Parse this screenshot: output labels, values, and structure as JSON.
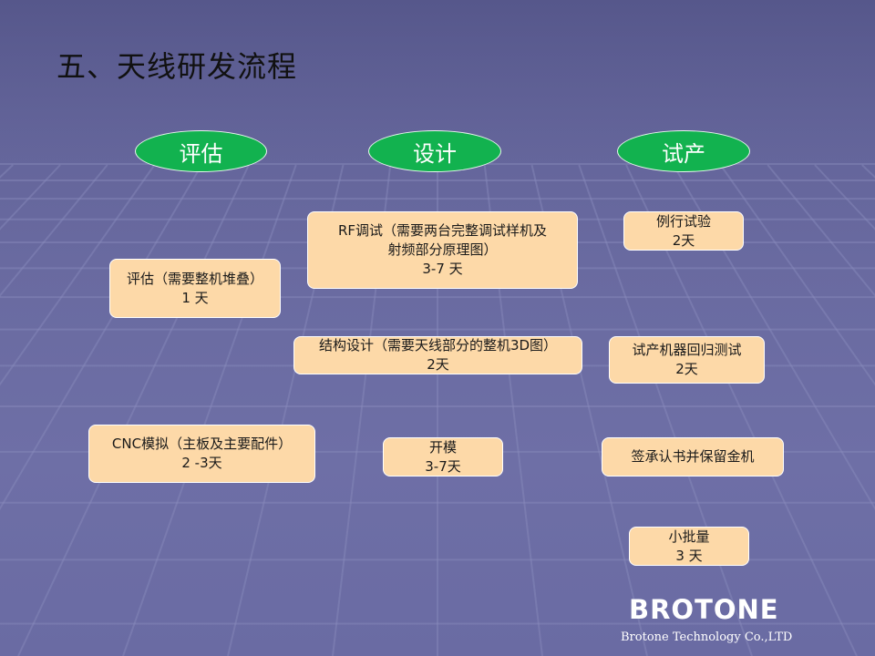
{
  "slide": {
    "title": "五、天线研发流程",
    "phases": [
      "评估",
      "设计",
      "试产"
    ],
    "phase_color": "#12b24f",
    "box_color": "#fdd9a8"
  },
  "evaluate": {
    "box1": {
      "line1": "评估（需要整机堆叠）",
      "line2": "1 天"
    },
    "box2": {
      "line1": "CNC模拟（主板及主要配件）",
      "line2": "2 -3天"
    }
  },
  "design": {
    "box1": {
      "line1": "RF调试（需要两台完整调试样机及",
      "line2": "射频部分原理图）",
      "line3": "3-7 天"
    },
    "box2": {
      "line1": "结构设计（需要天线部分的整机3D图）",
      "line2": "2天"
    },
    "box3": {
      "line1": "开模",
      "line2": "3-7天"
    }
  },
  "trial": {
    "box1": {
      "line1": "例行试验",
      "line2": "2天"
    },
    "box2": {
      "line1": "试产机器回归测试",
      "line2": "2天"
    },
    "box3": {
      "line1": "签承认书并保留金机"
    },
    "box4": {
      "line1": "小批量",
      "line2": "3 天"
    }
  },
  "brand": {
    "name": "BROTONE",
    "company": "Brotone Technology  Co.,LTD"
  }
}
